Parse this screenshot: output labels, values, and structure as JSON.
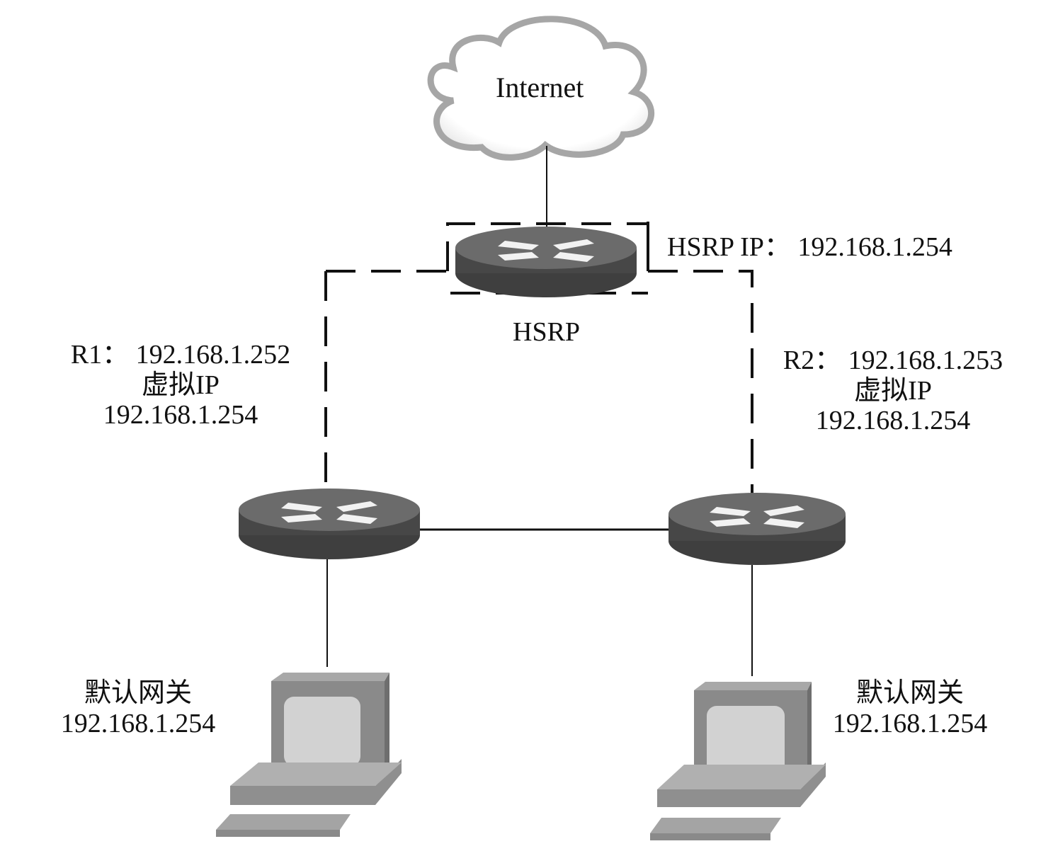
{
  "diagram": {
    "internet": {
      "label": "Internet"
    },
    "hsrp_router": {
      "label": "HSRP",
      "ip_label": "HSRP IP： 192.168.1.254"
    },
    "r1": {
      "line1": "R1： 192.168.1.252",
      "line2": "虚拟IP",
      "line3": "192.168.1.254"
    },
    "r2": {
      "line1": "R2： 192.168.1.253",
      "line2": "虚拟IP",
      "line3": "192.168.1.254"
    },
    "pc_left": {
      "line1": "默认网关",
      "line2": "192.168.1.254"
    },
    "pc_right": {
      "line1": "默认网关",
      "line2": "192.168.1.254"
    },
    "colors": {
      "line": "#111111",
      "router_body": "#4a4a4a",
      "router_top": "#6e6e6e",
      "cloud_outline": "#9a9a9a",
      "pc_frame": "#8c8c8c",
      "pc_screen": "#cfcfcf"
    }
  }
}
